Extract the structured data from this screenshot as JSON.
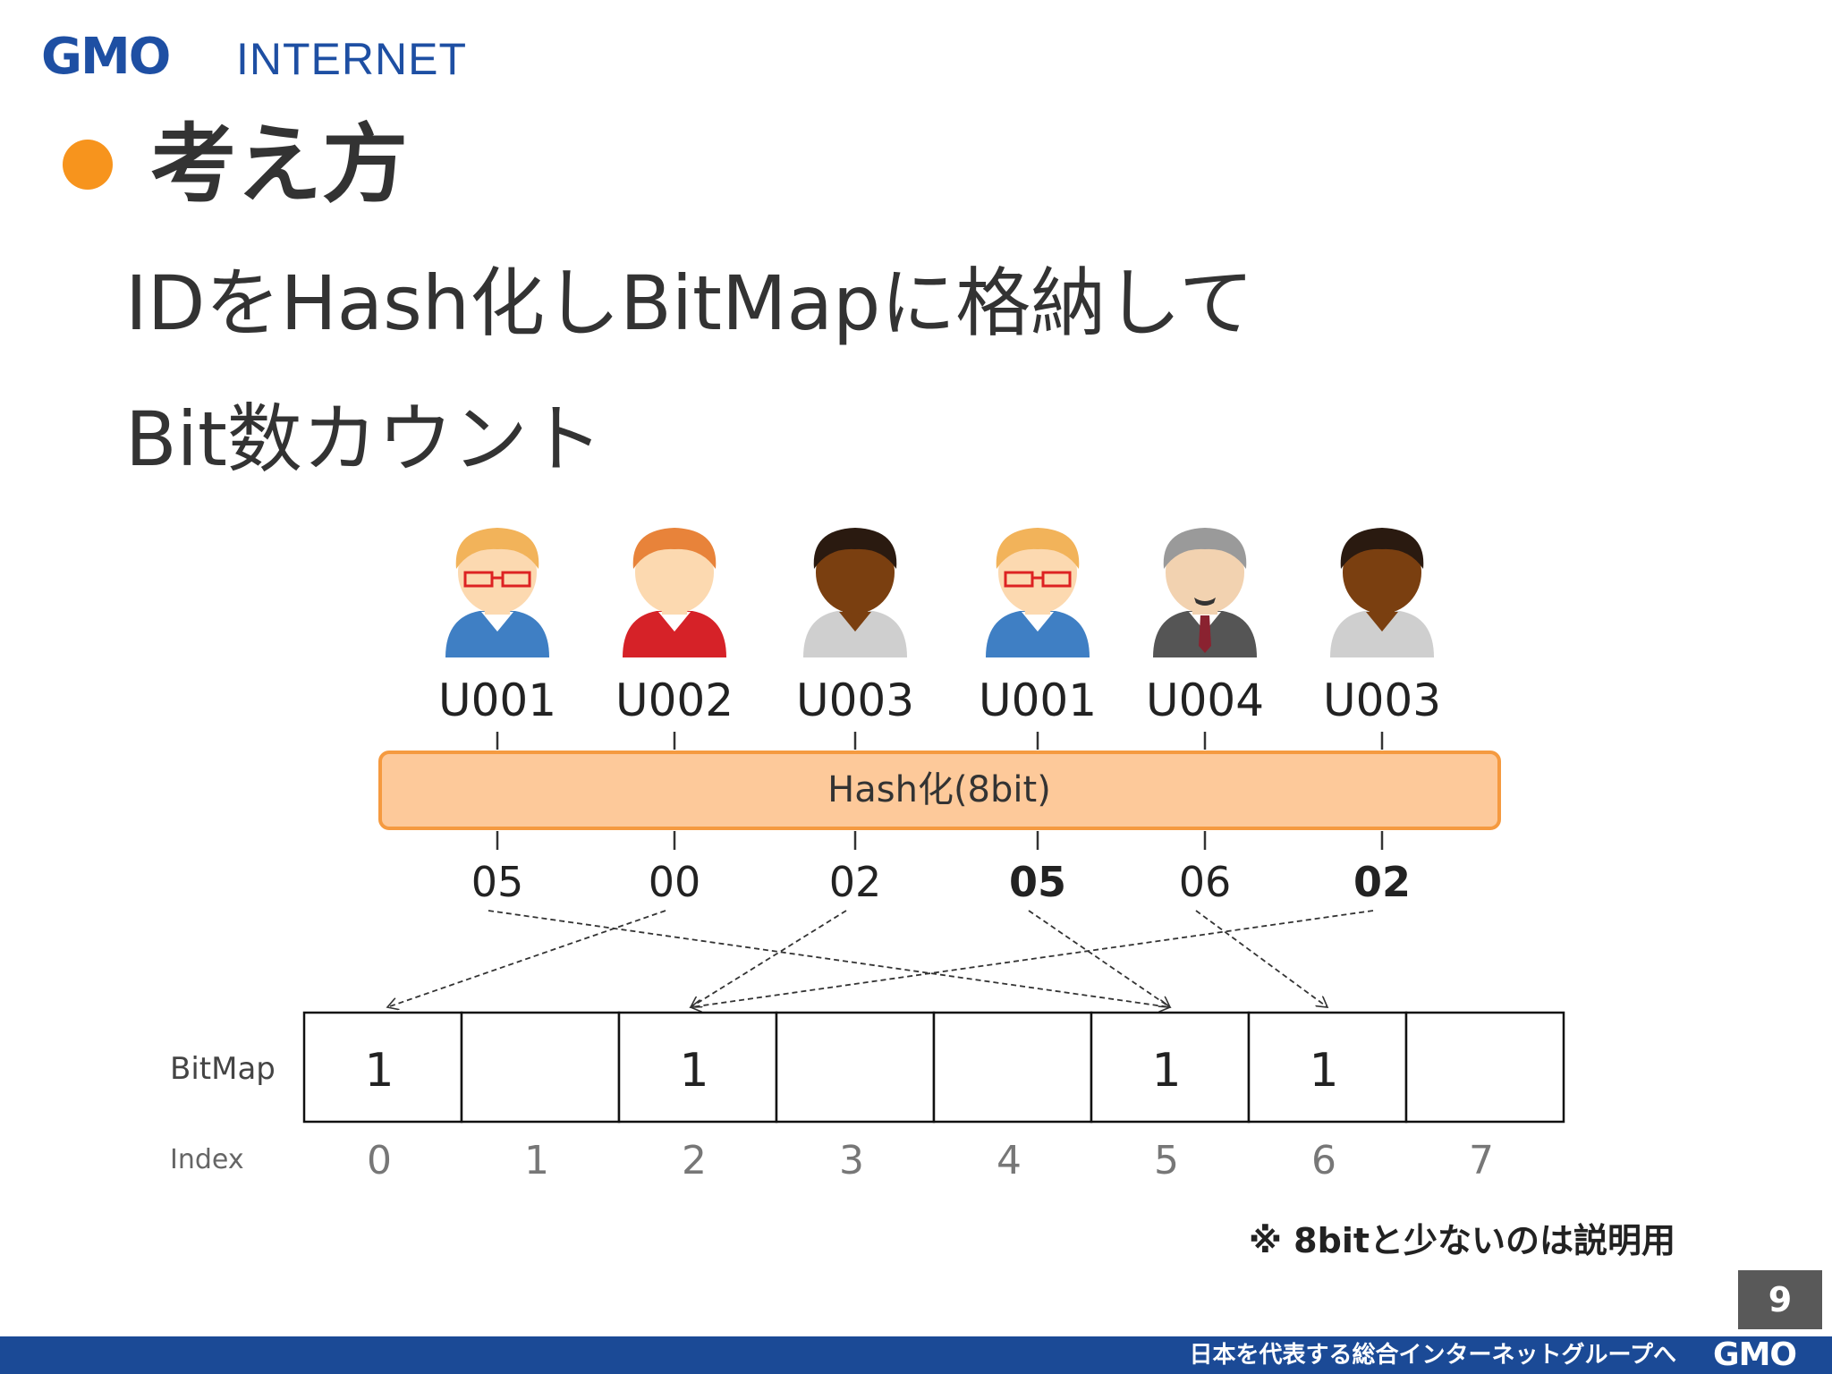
{
  "header": {
    "logo_gmo": "GMO",
    "logo_internet": "INTERNET"
  },
  "slide": {
    "title": "考え方",
    "line1": "IDをHash化しBitMapに格納して",
    "line2": "Bit数カウント",
    "note": "※ 8bitと少ないのは説明用",
    "page_number": "9"
  },
  "diagram": {
    "users": [
      {
        "id": "U001",
        "avatar": "blond-glasses-blue-shirt-icon"
      },
      {
        "id": "U002",
        "avatar": "redhead-red-shirt-icon"
      },
      {
        "id": "U003",
        "avatar": "dark-skin-gray-shirt-icon"
      },
      {
        "id": "U001",
        "avatar": "blond-glasses-blue-shirt-icon"
      },
      {
        "id": "U004",
        "avatar": "gray-hair-suit-icon"
      },
      {
        "id": "U003",
        "avatar": "dark-skin-gray-shirt-icon"
      }
    ],
    "hash_label": "Hash化(8bit)",
    "hashes": [
      {
        "value": "05",
        "bold": false,
        "target": 5
      },
      {
        "value": "00",
        "bold": false,
        "target": 0
      },
      {
        "value": "02",
        "bold": false,
        "target": 2
      },
      {
        "value": "05",
        "bold": true,
        "target": 5
      },
      {
        "value": "06",
        "bold": false,
        "target": 6
      },
      {
        "value": "02",
        "bold": true,
        "target": 2
      }
    ],
    "bitmap_label": "BitMap",
    "index_label": "Index",
    "bits": [
      "1",
      "",
      "1",
      "",
      "",
      "1",
      "1",
      ""
    ],
    "indices": [
      "0",
      "1",
      "2",
      "3",
      "4",
      "5",
      "6",
      "7"
    ]
  },
  "footer": {
    "tagline": "日本を代表する総合インターネットグループへ",
    "logo": "GMO"
  },
  "colors": {
    "brand_blue": "#1e4fa3",
    "accent_orange": "#f7941d",
    "hash_box_fill": "#fdc99a",
    "hash_box_stroke": "#f59a40",
    "footer_bar": "#1b4a96"
  }
}
